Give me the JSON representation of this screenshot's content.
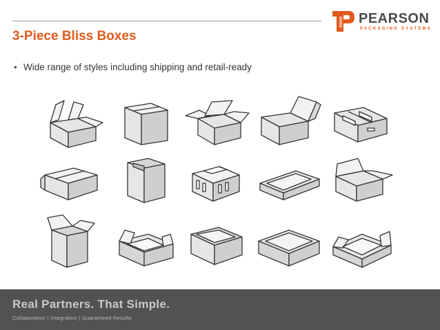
{
  "header": {
    "title": "3-Piece Bliss Boxes",
    "logo": {
      "name": "PEARSON",
      "tagline": "PACKAGING SYSTEMS",
      "mark_color": "#e05a1c"
    }
  },
  "content": {
    "bullets": [
      {
        "marker": "•",
        "text": "Wide range of styles including shipping and retail-ready"
      }
    ],
    "box_illustrations": [
      {
        "icon": "open-flap-box-icon"
      },
      {
        "icon": "closed-box-icon"
      },
      {
        "icon": "open-flap-tray-icon"
      },
      {
        "icon": "hinged-lid-box-icon"
      },
      {
        "icon": "partitioned-shipper-icon"
      },
      {
        "icon": "closed-shipper-icon"
      },
      {
        "icon": "tall-open-box-icon"
      },
      {
        "icon": "vented-crate-icon"
      },
      {
        "icon": "display-tray-icon"
      },
      {
        "icon": "open-flap-shipper-icon"
      },
      {
        "icon": "open-tall-box-icon"
      },
      {
        "icon": "retail-ready-tray-icon"
      },
      {
        "icon": "open-tray-icon"
      },
      {
        "icon": "shallow-tray-icon"
      },
      {
        "icon": "flanged-display-tray-icon"
      }
    ]
  },
  "footer": {
    "tagline": "Real Partners. That Simple.",
    "subtagline": "Collaboration | Integration | Guaranteed Results"
  },
  "colors": {
    "accent": "#e05a1c",
    "footer_bg": "#525252",
    "text": "#333333"
  }
}
